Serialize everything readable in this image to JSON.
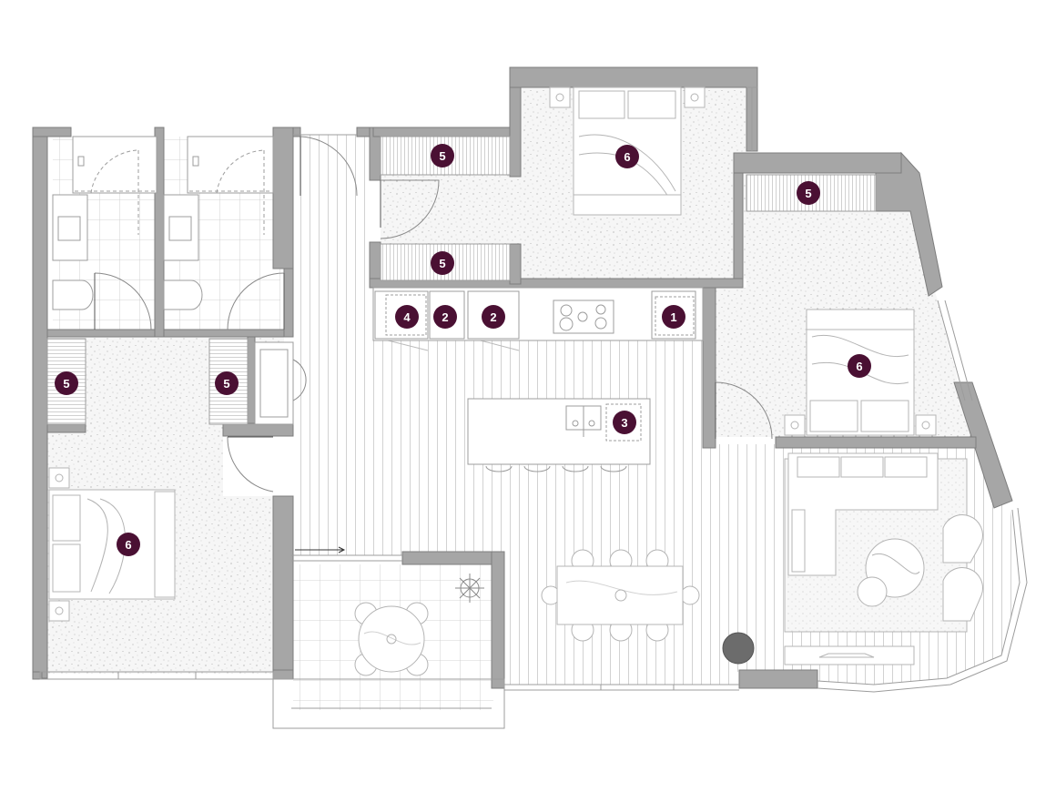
{
  "plan": {
    "wall_color": "#a6a6a6",
    "wall_edge_color": "#7d7d7d",
    "line_color": "#b9b9b9",
    "carpet_color": "#f4f4f4",
    "timber_color": "#cfcfcf",
    "marker_color": "#4a1033",
    "marker_text_color": "#ffffff"
  },
  "markers": {
    "m1": "1",
    "m2a": "2",
    "m2b": "2",
    "m3": "3",
    "m4": "4",
    "m5_bed2_top": "5",
    "m5_bed2_bottom": "5",
    "m5_bed3": "5",
    "m5_hall_left": "5",
    "m5_hall_right": "5",
    "m6_bed1": "6",
    "m6_bed2": "6",
    "m6_bed3": "6"
  }
}
